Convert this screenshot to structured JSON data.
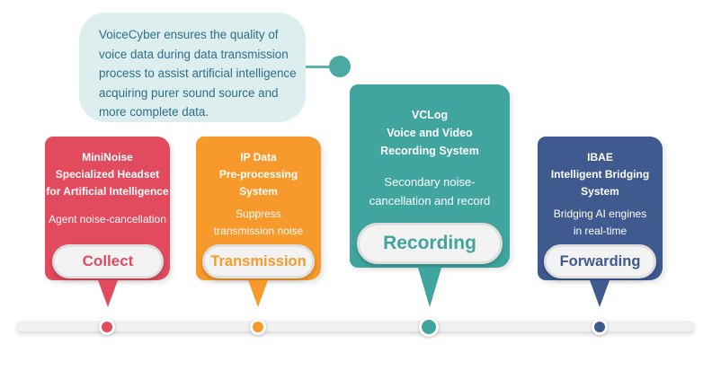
{
  "callout": {
    "text": "VoiceCyber ensures the quality of voice data during data transmission process to assist artificial intelligence acquiring purer sound source and more complete data.",
    "lines": [
      "VoiceCyber ensures the quality of",
      "voice data during data transmission",
      "process to assist artificial intelligence",
      "acquiring purer sound source and",
      "more complete data."
    ]
  },
  "stages": [
    {
      "title_lines": [
        "MiniNoise",
        "Specialized Headset",
        "for Artificial Intelligence"
      ],
      "description_lines": [
        "Agent noise-cancellation"
      ],
      "label": "Collect",
      "color": "#e24a5e"
    },
    {
      "title_lines": [
        "IP Data",
        "Pre-processing",
        "System"
      ],
      "description_lines": [
        "Suppress",
        "transmission noise"
      ],
      "label": "Transmission",
      "color": "#f79a2b"
    },
    {
      "title_lines": [
        "VCLog",
        "Voice and Video",
        "Recording System"
      ],
      "description_lines": [
        "Secondary noise-",
        "cancellation and record"
      ],
      "label": "Recording",
      "color": "#3fa59e"
    },
    {
      "title_lines": [
        "IBAE",
        "Intelligent Bridging",
        "System"
      ],
      "description_lines": [
        "Bridging AI engines",
        "in real-time"
      ],
      "label": "Forwarding",
      "color": "#3f5a8f"
    }
  ]
}
